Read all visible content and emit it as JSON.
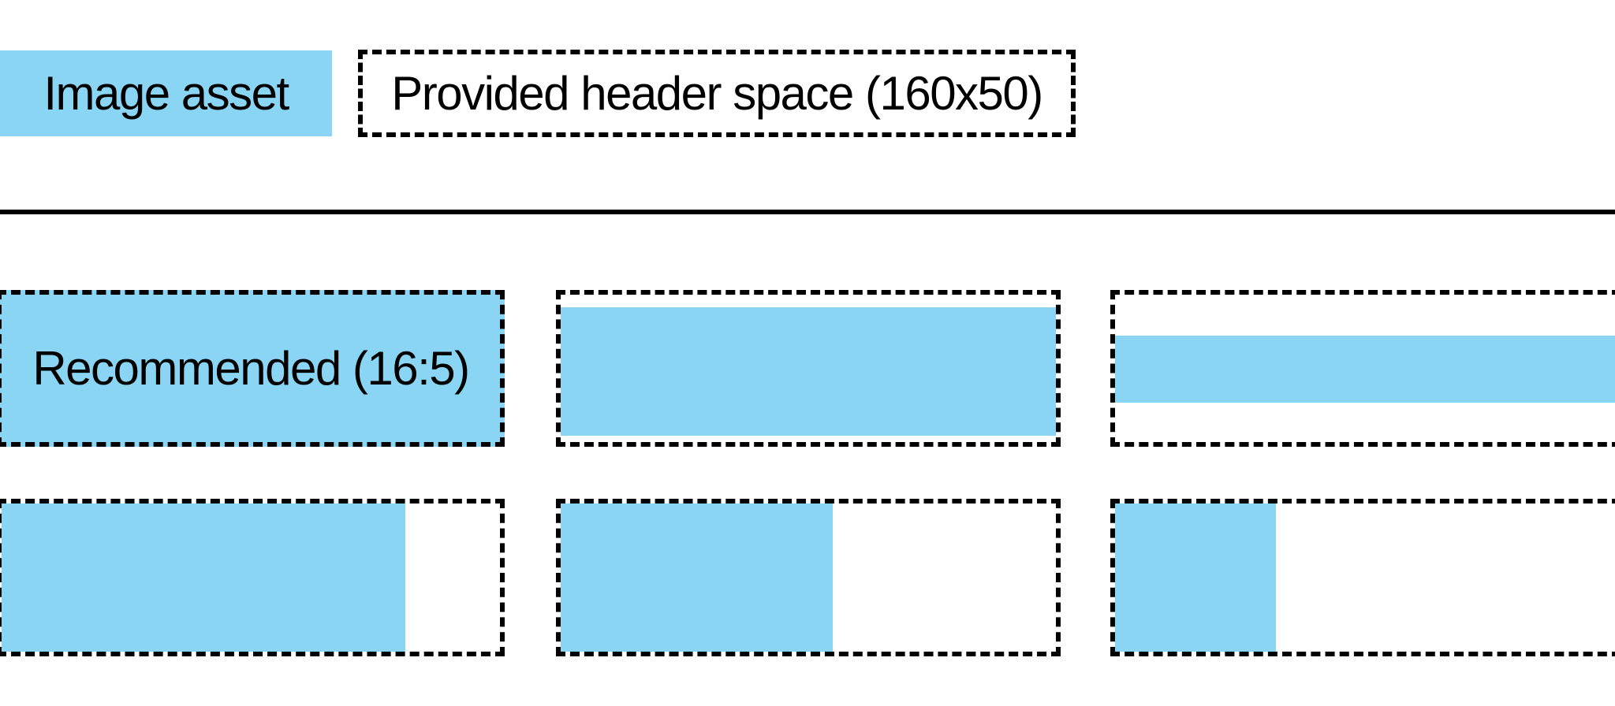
{
  "colors": {
    "asset_blue": "#8BD5F4",
    "line_black": "#000000",
    "background": "#FFFFFF"
  },
  "legend": {
    "image_asset_label": "Image asset",
    "header_space_label": "Provided header space (160x50)"
  },
  "examples": {
    "items": [
      {
        "id": "row1-col1",
        "label": "Recommended (16:5)",
        "fill_under_border": true,
        "fill": {
          "left_pct": 0,
          "top_pct": 0,
          "width_pct": 100,
          "height_pct": 100
        }
      },
      {
        "id": "row1-col2",
        "fill": {
          "left_pct": 0,
          "top_pct": 8.5,
          "width_pct": 100,
          "height_pct": 87
        }
      },
      {
        "id": "row1-col3",
        "fill": {
          "left_pct": 0,
          "top_pct": 28,
          "width_pct": 100,
          "height_pct": 45
        }
      },
      {
        "id": "row2-col1",
        "fill": {
          "left_pct": 0,
          "top_pct": 0,
          "width_pct": 81,
          "height_pct": 100
        }
      },
      {
        "id": "row2-col2",
        "fill": {
          "left_pct": 0,
          "top_pct": 0,
          "width_pct": 55,
          "height_pct": 100
        }
      },
      {
        "id": "row2-col3",
        "fill": {
          "left_pct": 0,
          "top_pct": 0,
          "width_pct": 32,
          "height_pct": 100
        }
      }
    ]
  }
}
